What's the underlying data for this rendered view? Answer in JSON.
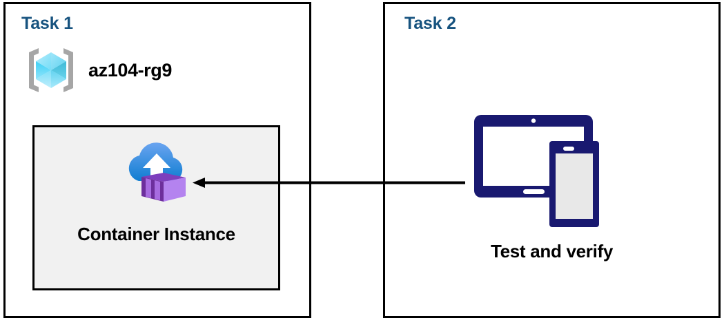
{
  "diagram": {
    "title_color": "#17537f",
    "background": "#ffffff",
    "border_color": "#000000"
  },
  "panels": [
    {
      "id": "task1",
      "title": "Task 1",
      "resource_group": {
        "label": "az104-rg9",
        "icon": "azure-resource-group-icon"
      },
      "resource": {
        "label": "Container Instance",
        "icon": "azure-container-instance-icon",
        "box_fill": "#f1f1f1"
      }
    },
    {
      "id": "task2",
      "title": "Task 2",
      "action": {
        "label": "Test and verify",
        "icon": "devices-tablet-phone-icon",
        "icon_color": "#191970"
      }
    }
  ],
  "connector": {
    "name": "flow-arrow",
    "direction": "right-to-left",
    "color": "#000000"
  }
}
